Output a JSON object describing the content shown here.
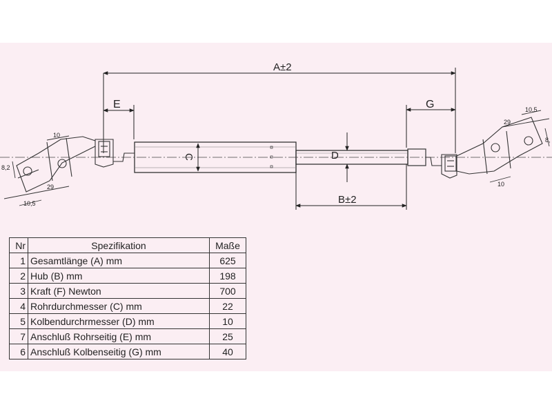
{
  "dimensions": {
    "A": "A±2",
    "B": "B±2",
    "C": "C",
    "D": "D",
    "E": "E",
    "G": "G",
    "left_end": {
      "d1": "10",
      "d2": "29",
      "d3": "10,5",
      "d4": "8,2"
    },
    "right_end": {
      "d1": "10,5",
      "d2": "29",
      "d3": "10",
      "d4": "8,"
    }
  },
  "table": {
    "headers": {
      "nr": "Nr",
      "spec": "Spezifikation",
      "value": "Maße"
    },
    "rows": [
      {
        "nr": "1",
        "spec": "Gesamtlänge (A) mm",
        "value": "625"
      },
      {
        "nr": "2",
        "spec": "Hub (B)  mm",
        "value": "198"
      },
      {
        "nr": "3",
        "spec": "Kraft (F) Newton",
        "value": "700"
      },
      {
        "nr": "4",
        "spec": "Rohrdurchmesser (C) mm",
        "value": "22"
      },
      {
        "nr": "5",
        "spec": "Kolbendurchrmesser (D) mm",
        "value": "10"
      },
      {
        "nr": "7",
        "spec": "Anschluß Rohrseitig (E) mm",
        "value": "25"
      },
      {
        "nr": "6",
        "spec": "Anschluß Kolbenseitig (G) mm",
        "value": "40"
      }
    ]
  }
}
